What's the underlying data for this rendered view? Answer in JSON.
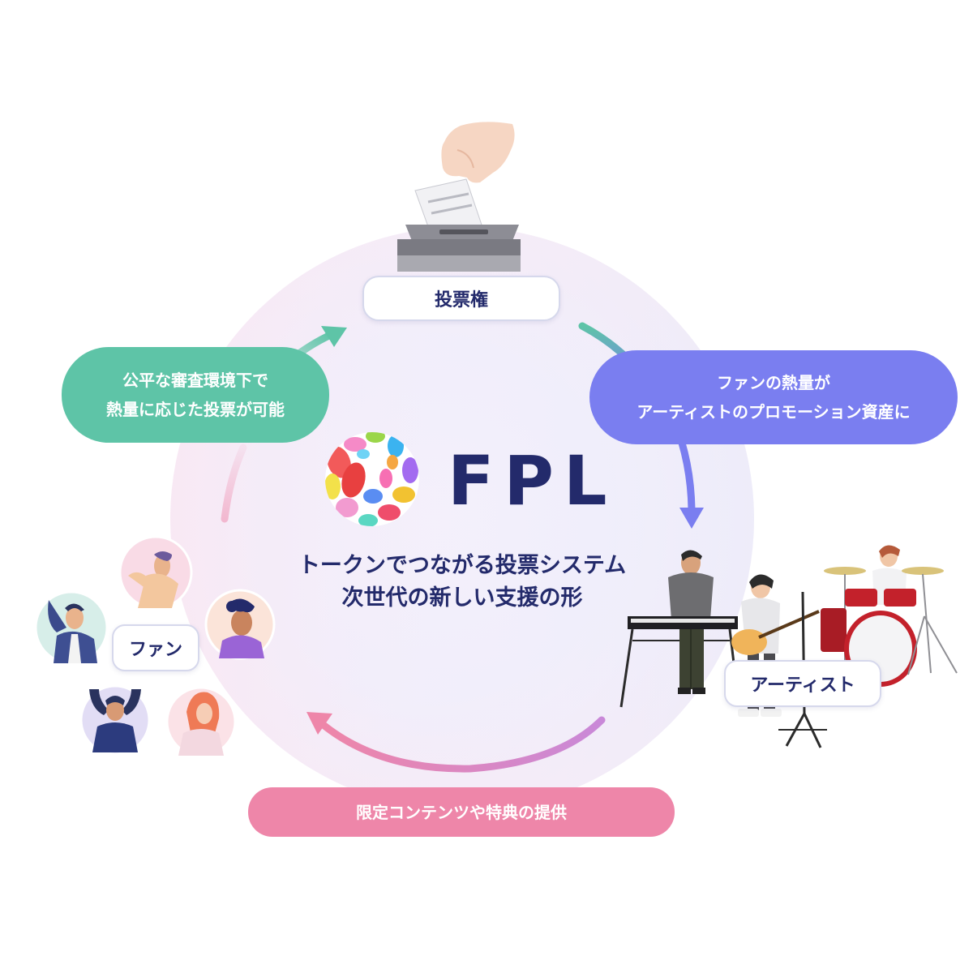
{
  "nodes": {
    "vote": "投票権",
    "fan": "ファン",
    "artist": "アーティスト"
  },
  "messages": {
    "fair_review": [
      "公平な審査環境下で",
      "熱量に応じた投票が可能"
    ],
    "promotion": [
      "ファンの熱量が",
      "アーティストのプロモーション資産に"
    ],
    "exclusive": "限定コンテンツや特典の提供"
  },
  "brand": {
    "name": "FPL",
    "tagline": [
      "トークンでつながる投票システム",
      "次世代の新しい支援の形"
    ]
  },
  "colors": {
    "teal": "#5ec4a7",
    "purple": "#7a7ef0",
    "pink": "#ee86a9",
    "navy": "#232a6b"
  }
}
